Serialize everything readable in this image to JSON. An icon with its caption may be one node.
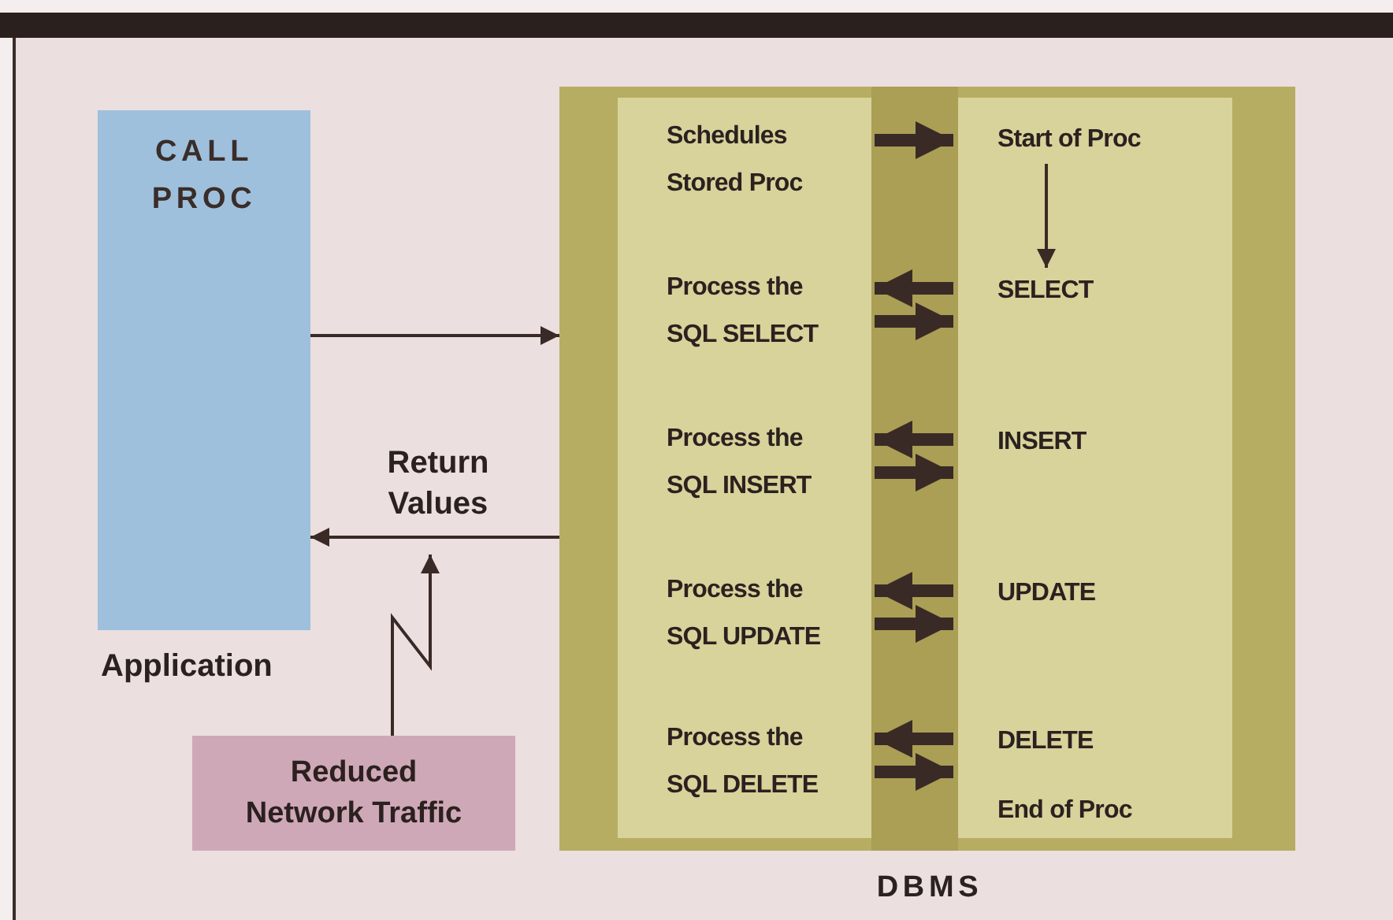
{
  "diagram": {
    "nodes": [
      {
        "text": [
          "CALL PROC"
        ],
        "beside": [
          "Application"
        ]
      },
      {
        "text": [
          "DBMS"
        ]
      },
      {
        "text": [
          "Schedules Stored Proc"
        ],
        "in": 1
      },
      {
        "text": [
          "Start of Proc"
        ],
        "in": 1
      },
      {
        "text": [
          "Process the SQL SELECT"
        ],
        "in": 1
      },
      {
        "text": [
          "SELECT"
        ],
        "in": 1
      },
      {
        "text": [
          "Process the SQL INSERT"
        ],
        "in": 1
      },
      {
        "text": [
          "INSERT"
        ],
        "in": 1
      },
      {
        "text": [
          "Process the SQL UPDATE"
        ],
        "in": 1
      },
      {
        "text": [
          "UPDATE"
        ],
        "in": 1
      },
      {
        "text": [
          "Process the SQL DELETE"
        ],
        "in": 1
      },
      {
        "text": [
          "DELETE"
        ],
        "in": 1
      },
      {
        "text": [
          "End of Proc"
        ],
        "in": 1
      },
      {
        "text": [
          "Reduced Network Traffic"
        ]
      }
    ],
    "edges": [
      {
        "from": 0,
        "to": 1,
        "arrow": "to"
      },
      {
        "from": 2,
        "to": 3,
        "arrow": "to"
      },
      {
        "from": 3,
        "to": 5,
        "arrow": "to"
      },
      {
        "from": 5,
        "to": 4,
        "arrow": "to"
      },
      {
        "from": 4,
        "to": 5,
        "arrow": "to"
      },
      {
        "from": 7,
        "to": 6,
        "arrow": "to"
      },
      {
        "from": 6,
        "to": 7,
        "arrow": "to"
      },
      {
        "from": 9,
        "to": 8,
        "arrow": "to"
      },
      {
        "from": 8,
        "to": 9,
        "arrow": "to"
      },
      {
        "from": 11,
        "to": 10,
        "arrow": "to"
      },
      {
        "from": 10,
        "to": 11,
        "arrow": "to"
      },
      {
        "from": 1,
        "to": 0,
        "arrow": "to",
        "label": "Return Values"
      },
      {
        "from": 13,
        "to": null,
        "arrow": "to"
      }
    ]
  }
}
